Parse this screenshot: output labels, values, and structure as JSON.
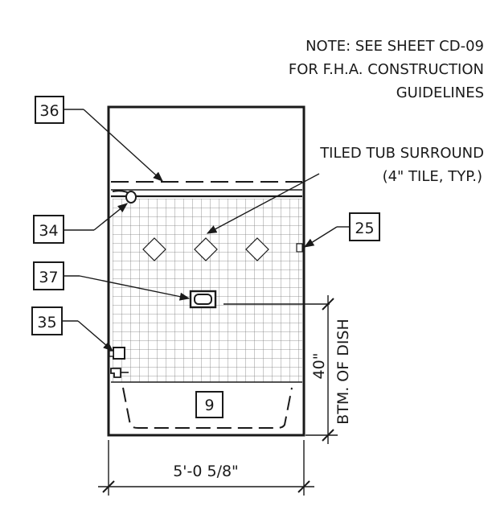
{
  "note": {
    "line1": "NOTE: SEE SHEET CD-09",
    "line2": "FOR F.H.A. CONSTRUCTION",
    "line3": "GUIDELINES"
  },
  "callouts": {
    "tiled_surround_line1": "TILED TUB SURROUND",
    "tiled_surround_line2": "(4\" TILE, TYP.)"
  },
  "tags": {
    "tag_36": "36",
    "tag_34": "34",
    "tag_25": "25",
    "tag_37": "37",
    "tag_35": "35",
    "tag_9": "9"
  },
  "dimensions": {
    "width": "5'-0 5/8\"",
    "height_value": "40\"",
    "height_label": "BTM. OF DISH"
  },
  "colors": {
    "ink": "#1a1a1a",
    "grid": "#7a7a7a"
  }
}
